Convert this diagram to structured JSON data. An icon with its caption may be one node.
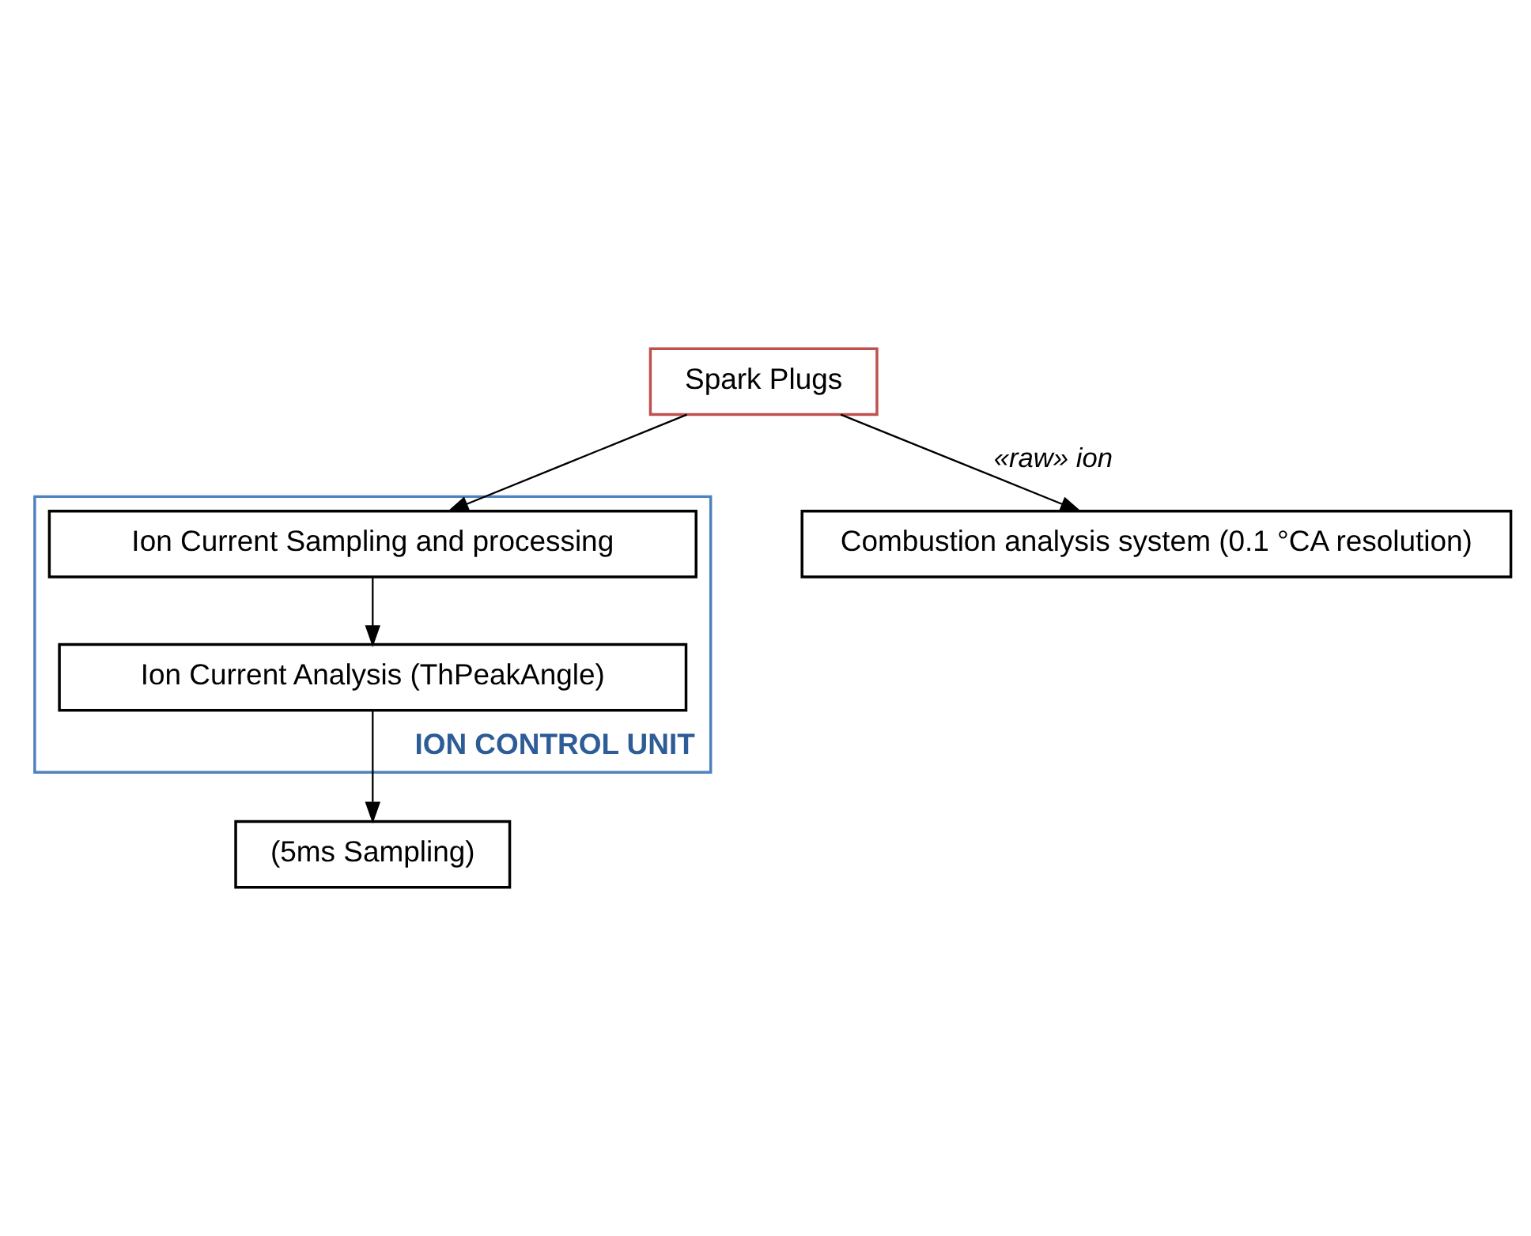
{
  "diagram": {
    "nodes": [
      {
        "text": [
          "Spark Plugs"
        ]
      },
      {
        "text": [
          "ION CONTROL UNIT"
        ]
      },
      {
        "text": [
          "Ion Current Sampling and processing"
        ],
        "in": 1
      },
      {
        "text": [
          "Ion Current Analysis (ThPeakAngle)"
        ],
        "in": 1
      },
      {
        "text": [
          "(5ms Sampling)"
        ]
      },
      {
        "text": [
          "Combustion analysis system (0.1 °CA resolution)"
        ]
      }
    ],
    "edges": [
      {
        "from": 0,
        "to": 2,
        "arrow": "to"
      },
      {
        "from": 0,
        "to": 5,
        "arrow": "to",
        "label": "«raw» ion"
      },
      {
        "from": 2,
        "to": 3,
        "arrow": "to"
      },
      {
        "from": 3,
        "to": 4,
        "arrow": "to"
      }
    ]
  }
}
